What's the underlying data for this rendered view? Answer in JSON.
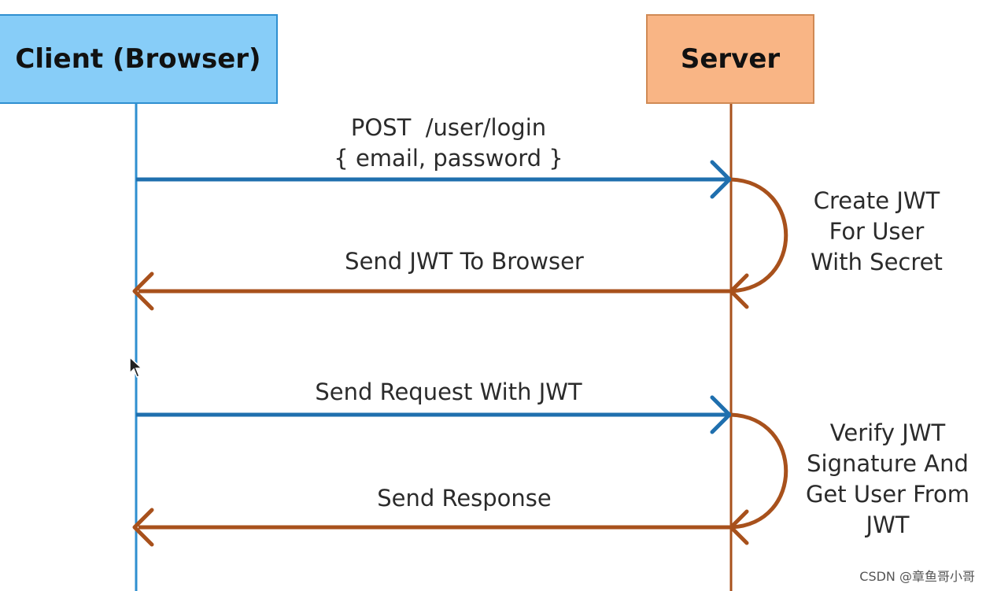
{
  "actors": {
    "client": "Client (Browser)",
    "server": "Server"
  },
  "messages": {
    "login_line1": "POST  /user/login",
    "login_line2": "{ email, password }",
    "send_jwt": "Send JWT To Browser",
    "send_request": "Send Request With JWT",
    "send_response": "Send Response"
  },
  "notes": {
    "create": [
      "Create JWT",
      "For User",
      "With Secret"
    ],
    "verify": [
      "Verify JWT",
      "Signature And",
      "Get User From",
      "JWT"
    ]
  },
  "colors": {
    "request_arrow": "#1f6fae",
    "response_arrow": "#a8511c",
    "client_lifeline": "#2f8fd0",
    "server_lifeline": "#a8511c",
    "client_fill": "#87cdf8",
    "server_fill": "#f9b585"
  },
  "watermark": "CSDN @章鱼哥小哥"
}
